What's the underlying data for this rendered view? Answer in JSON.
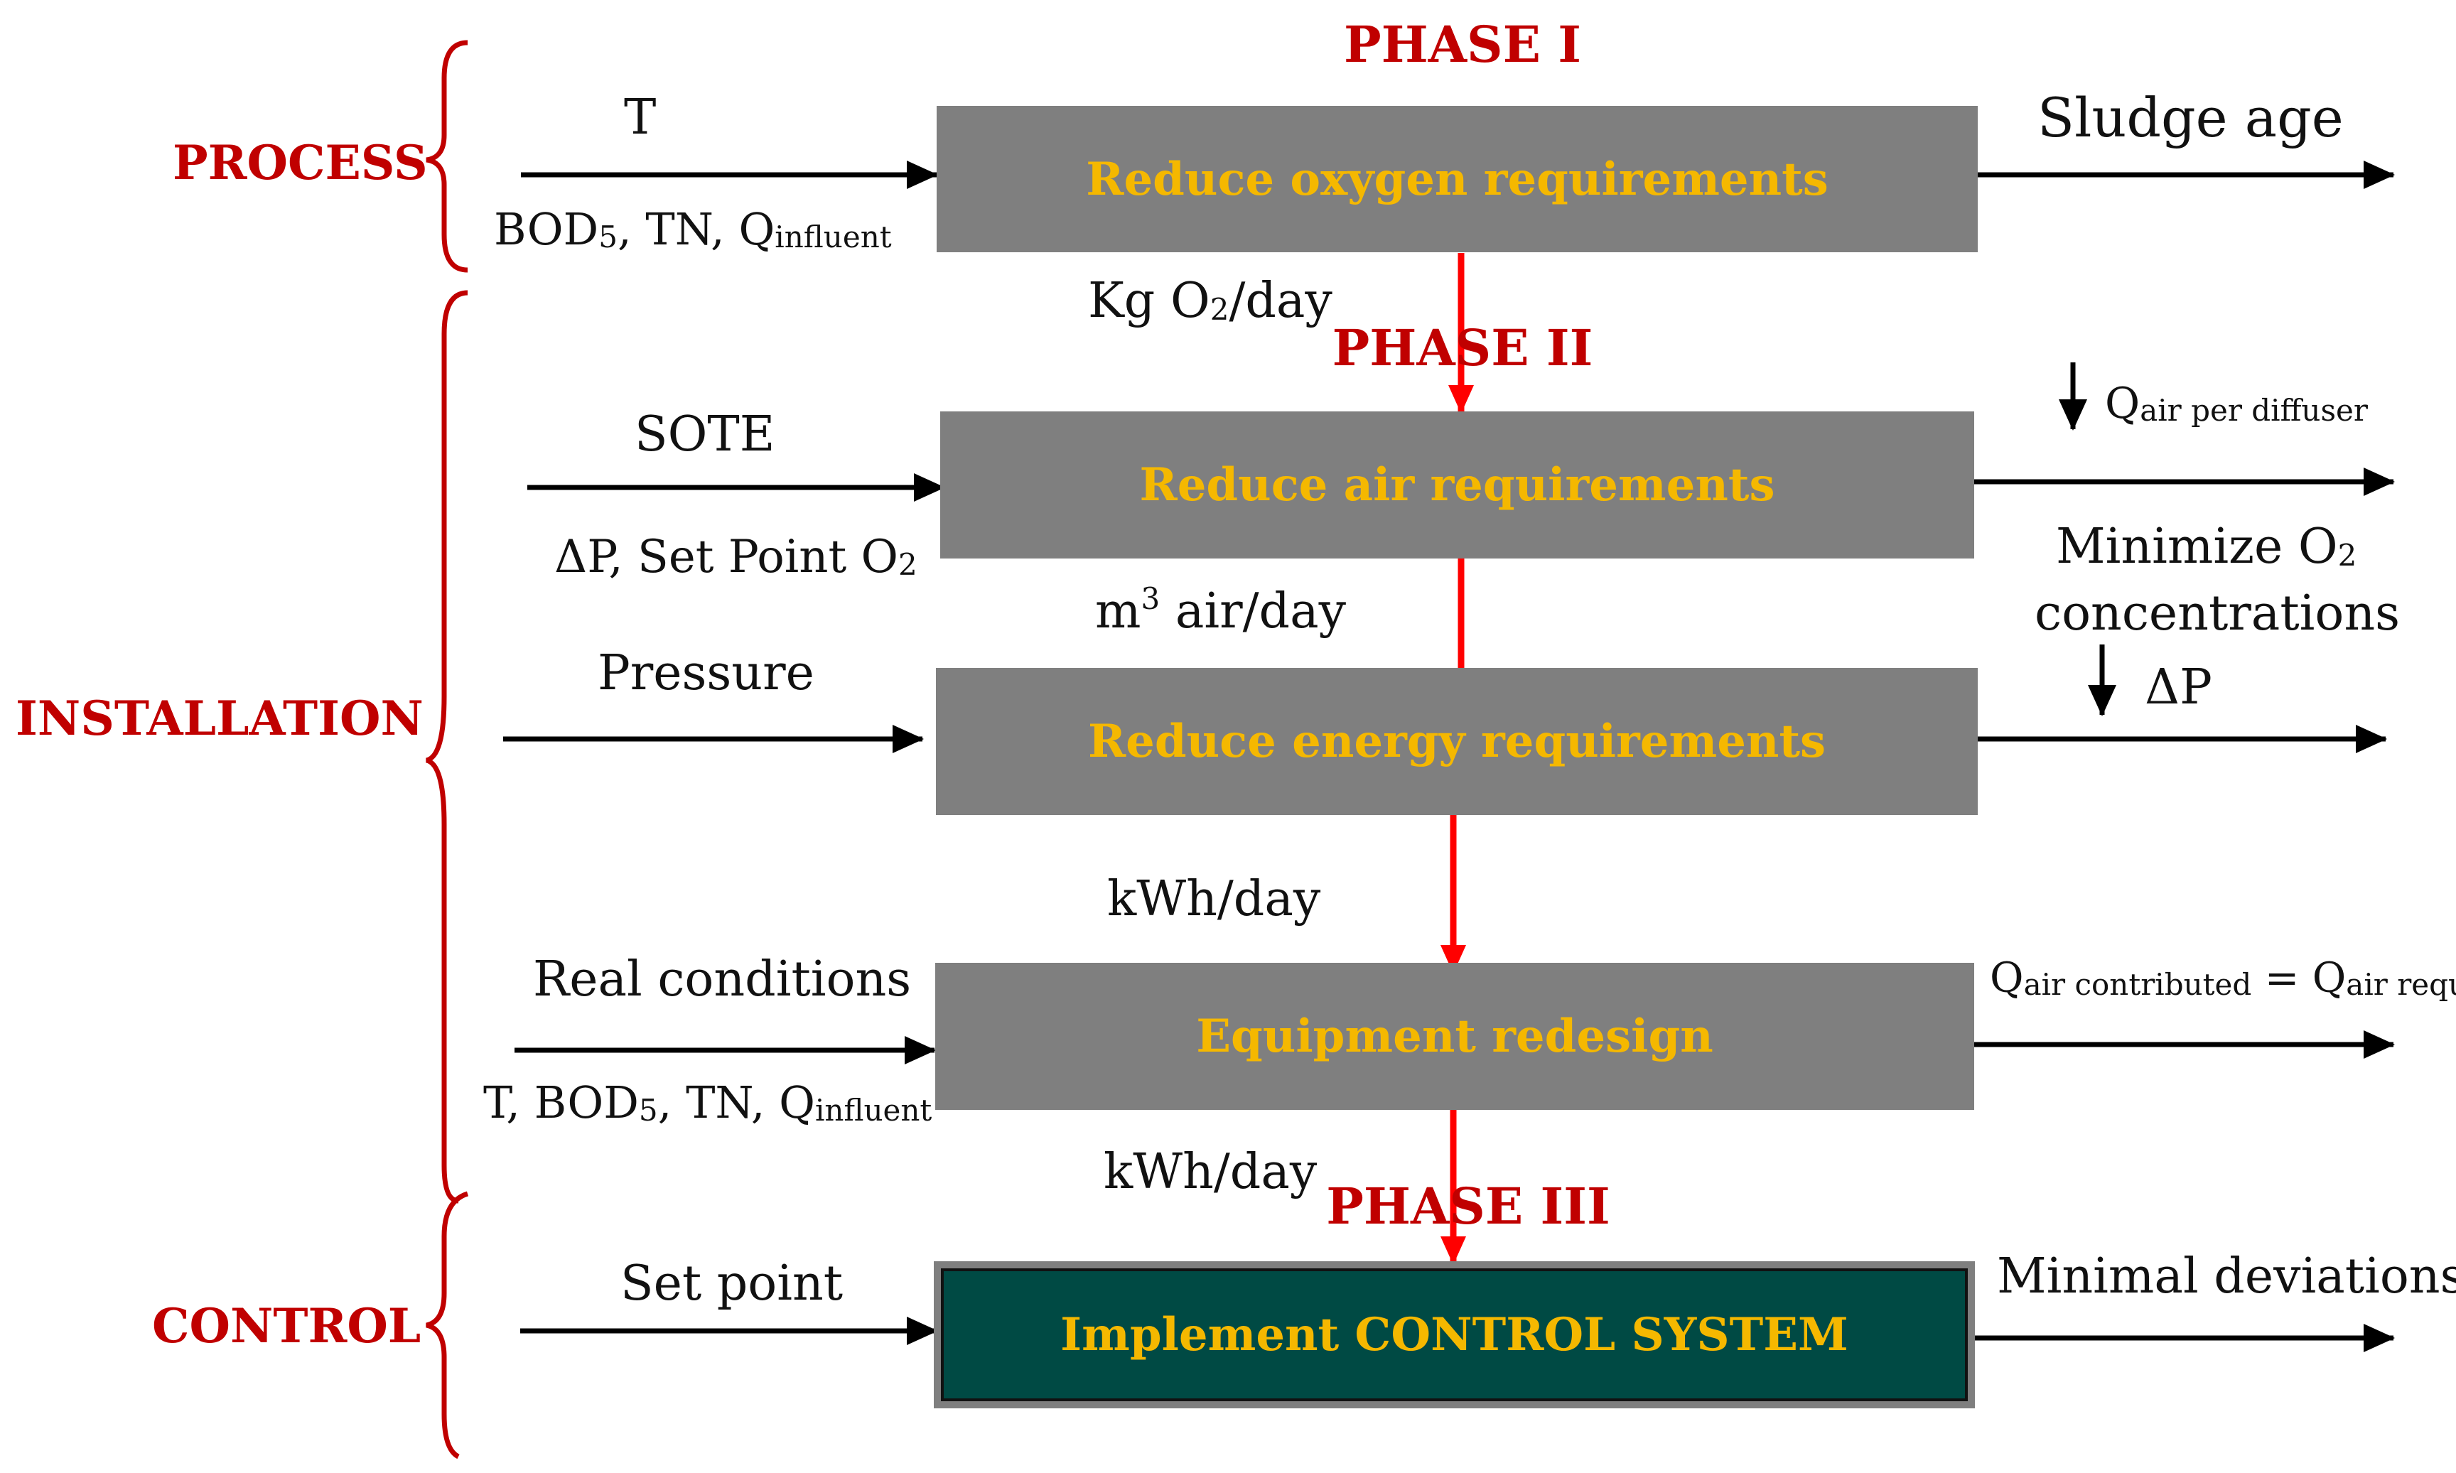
{
  "phases": {
    "p1": "PHASE I",
    "p2": "PHASE II",
    "p3": "PHASE III"
  },
  "sections": {
    "process": "PROCESS",
    "installation": "INSTALLATION",
    "control": "CONTROL"
  },
  "boxes": {
    "oxygen": "Reduce oxygen requirements",
    "air": "Reduce air requirements",
    "energy": "Reduce energy requirements",
    "equipment": "Equipment redesign",
    "control": "Implement CONTROL SYSTEM"
  },
  "inputs": {
    "t": "T",
    "bod_a": "BOD",
    "bod_a_sub": "5",
    "bod_a_mid": ", TN, Q",
    "bod_a_sub2": "influent",
    "sote": "SOTE",
    "dp_a": "ΔP, Set Point O",
    "dp_a_sub": "2",
    "pressure": "Pressure",
    "real": "Real conditions",
    "bod_b": "T, BOD",
    "bod_b_sub": "5",
    "bod_b_mid": ", TN, Q",
    "bod_b_sub2": "influent",
    "setpoint": "Set point"
  },
  "between": {
    "kg_a": "Kg O",
    "kg_sub": "2",
    "kg_b": "/day",
    "m3_a": "m",
    "m3_sup": "3",
    "m3_b": " air/day",
    "kwh1": "kWh/day",
    "kwh2": "kWh/day"
  },
  "outputs": {
    "sludge": "Sludge age",
    "qair_a": "Q",
    "qair_sub": "air per diffuser",
    "minimize_a": "Minimize O",
    "minimize_sub": "2",
    "concentrations": "concentrations",
    "dp": "ΔP",
    "qc_a": "Q",
    "qc_sub": "air contributed",
    "qc_eq": " = Q",
    "qc_sub2": "air required",
    "minimal": "Minimal deviations"
  },
  "colors": {
    "box": "#7f7f7f",
    "box_text": "#f5b800",
    "control_box": "#004a44",
    "section": "#c00000",
    "flow": "#ff0000"
  }
}
